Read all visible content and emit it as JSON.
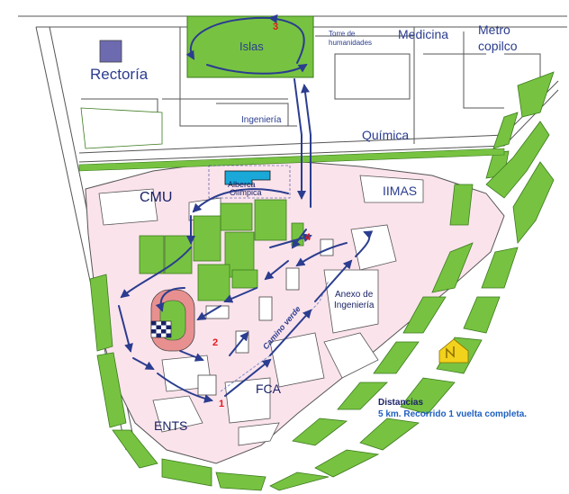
{
  "labels": {
    "rectoria": "Rectoría",
    "islas": "Islas",
    "torre": "Torre de humanidades",
    "medicina": "Medicina",
    "metro_line1": "Metro",
    "metro_line2": "copilco",
    "ingenieria": "Ingeniería",
    "quimica": "Química",
    "cmu": "CMU",
    "alberca_line1": "Alberca",
    "alberca_line2": "Olímpica",
    "iimas": "IIMAS",
    "anexo_line1": "Anexo de",
    "anexo_line2": "Ingeniería",
    "camino": "Camino verde",
    "fca": "FCA",
    "ents": "ENTS"
  },
  "markers": {
    "m1": "1",
    "m2": "2",
    "m3": "3",
    "m4": "4"
  },
  "legend": {
    "title": "Distancias",
    "text": "5 km. Recorrido 1 vuelta completa."
  },
  "colors": {
    "campus": "#fbe3ec",
    "green": "#77c341",
    "green_dark": "#3b7a1d",
    "route": "#2b3d8f",
    "pool": "#1aa8d8",
    "track": "#e89090",
    "building": "#ffffff",
    "rectoria_square": "#6d6ab0",
    "north_icon": "#f2d21c"
  },
  "icons": [
    "rectoria-square",
    "north-arrow-icon",
    "flag-icon"
  ]
}
